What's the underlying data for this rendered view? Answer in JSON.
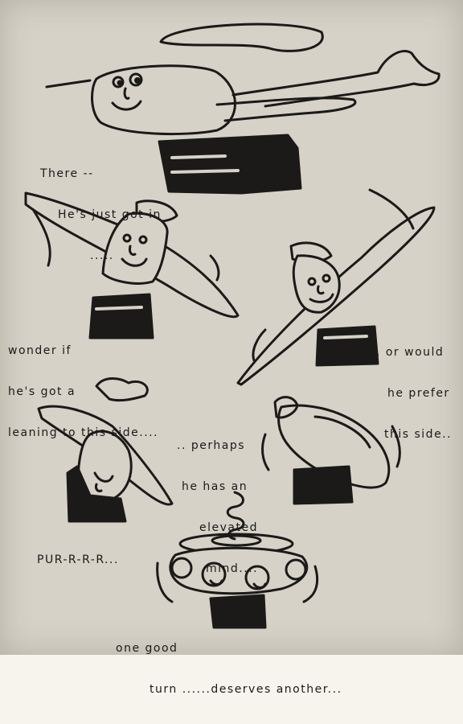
{
  "colors": {
    "paper": "#d6d2c8",
    "ink": "#1b1a18"
  },
  "panels": [
    {
      "id": "plane-parked",
      "caption": [
        "There --",
        "He's just got in",
        "....."
      ]
    },
    {
      "id": "tilt-left",
      "caption": [
        "wonder if",
        "he's got a",
        "leaning to this side...."
      ]
    },
    {
      "id": "tilt-right",
      "caption": [
        ".. or would",
        "he prefer",
        "this side.."
      ]
    },
    {
      "id": "upside-down",
      "caption": [
        "PUR-R-R-R..."
      ]
    },
    {
      "id": "elevated",
      "caption": [
        ".. perhaps",
        "he has an",
        "elevated",
        "mind...."
      ]
    },
    {
      "id": "spinning",
      "caption": [
        "one good",
        "turn ......deserves another..."
      ]
    }
  ]
}
